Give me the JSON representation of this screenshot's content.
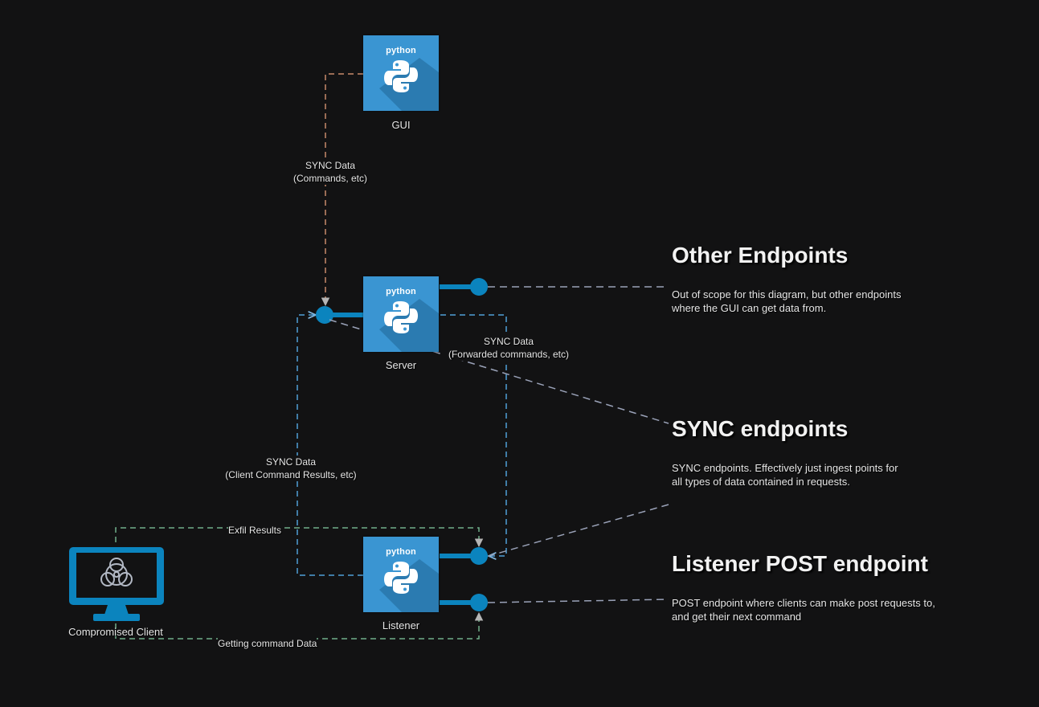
{
  "nodes": {
    "gui": {
      "tile_text": "python",
      "label": "GUI"
    },
    "server": {
      "tile_text": "python",
      "label": "Server"
    },
    "listener": {
      "tile_text": "python",
      "label": "Listener"
    },
    "client": {
      "label": "Compromised Client",
      "icon": "biohazard-monitor-icon"
    }
  },
  "edges": {
    "gui_to_server": [
      "SYNC Data",
      "(Commands, etc)"
    ],
    "server_to_listener": [
      "SYNC Data",
      "(Forwarded commands, etc)"
    ],
    "listener_to_server": [
      "SYNC Data",
      "(Client Command Results, etc)"
    ],
    "exfil": "Exfil Results",
    "getting_commands": "Getting command Data"
  },
  "annotations": {
    "other": {
      "title": "Other Endpoints",
      "lines": [
        "Out of scope for this diagram, but other endpoints",
        "where the GUI can get data from."
      ]
    },
    "sync": {
      "title": "SYNC endpoints",
      "lines": [
        "SYNC endpoints. Effectively just ingest points for",
        "all types of data contained in requests."
      ]
    },
    "post": {
      "title": "Listener POST endpoint",
      "lines": [
        "POST endpoint where clients can make post requests to,",
        "and get their next command"
      ]
    }
  },
  "colors": {
    "background": "#121213",
    "tile": "#3a95d2",
    "endpoint": "#0b84be",
    "gui_line": "#c88a6a",
    "sync_line": "#4f9fd8",
    "green_line": "#6fae8a",
    "pointer_line": "#9aa2b8"
  }
}
